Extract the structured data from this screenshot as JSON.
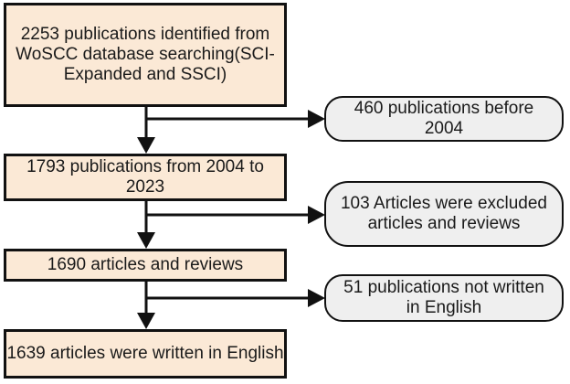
{
  "flow": {
    "main_steps": [
      "2253 publications identified from WoSCC database searching(SCI-Expanded and SSCI)",
      "1793 publications from 2004 to 2023",
      "1690 articles and reviews",
      "1639 articles were written in English"
    ],
    "exclusions": [
      "460 publications before 2004",
      "103 Articles were excluded articles and reviews",
      "51 publications not written in English"
    ]
  },
  "colors": {
    "main_box_fill": "#fbe9d6",
    "exclusion_fill": "#efefef",
    "stroke": "#111111"
  }
}
